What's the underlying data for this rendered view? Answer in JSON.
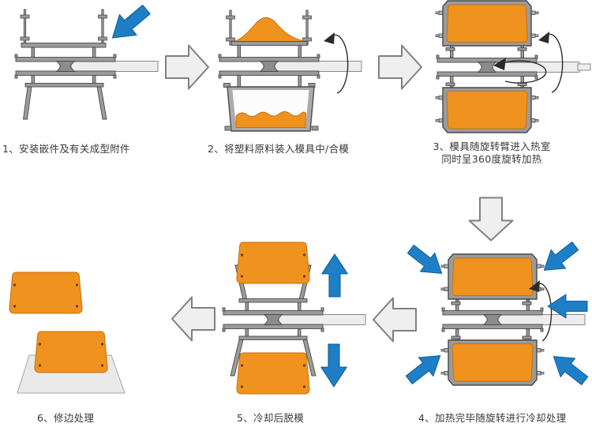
{
  "steps": [
    {
      "caption": "1、安装嵌件及有关成型附件"
    },
    {
      "caption": "2、将塑料原料装入模具中/合模"
    },
    {
      "caption": "3、模具随旋转臂进入热室",
      "caption_line2": "同时呈360度旋转加热"
    },
    {
      "caption": "4、加热完毕随旋转进行冷却处理"
    },
    {
      "caption": "5、冷却后脱模"
    },
    {
      "caption": "6、修边处理"
    }
  ],
  "icons": {
    "process_flow_arrow": "light-gray-block-arrow",
    "install_arrow": "solid-blue-arrow",
    "cooling_air_arrow": "solid-blue-arrow",
    "demold_arrow": "solid-blue-arrow",
    "rotation_arrow": "thin-elliptical-loop-arrow"
  },
  "colors": {
    "background": "#FFFFFF",
    "mold_orange": "#F0921E",
    "mold_orange_outline": "#C4720D",
    "frame_gray": "#9B9B9B",
    "frame_outline": "#4A4A4A",
    "hub_gray": "#8C8C8C",
    "shaft_gray": "#EDEDED",
    "shaft_outline": "#8A8A8A",
    "tub_gray": "#ABABAB",
    "flow_arrow_fill": "#EFEFEF",
    "flow_arrow_outline": "#808080",
    "action_blue": "#1E7FC6",
    "action_blue_outline": "#135E96",
    "rotation_line": "#2B2B2B",
    "platform_gray": "#E9E9E9",
    "text": "#383838"
  }
}
